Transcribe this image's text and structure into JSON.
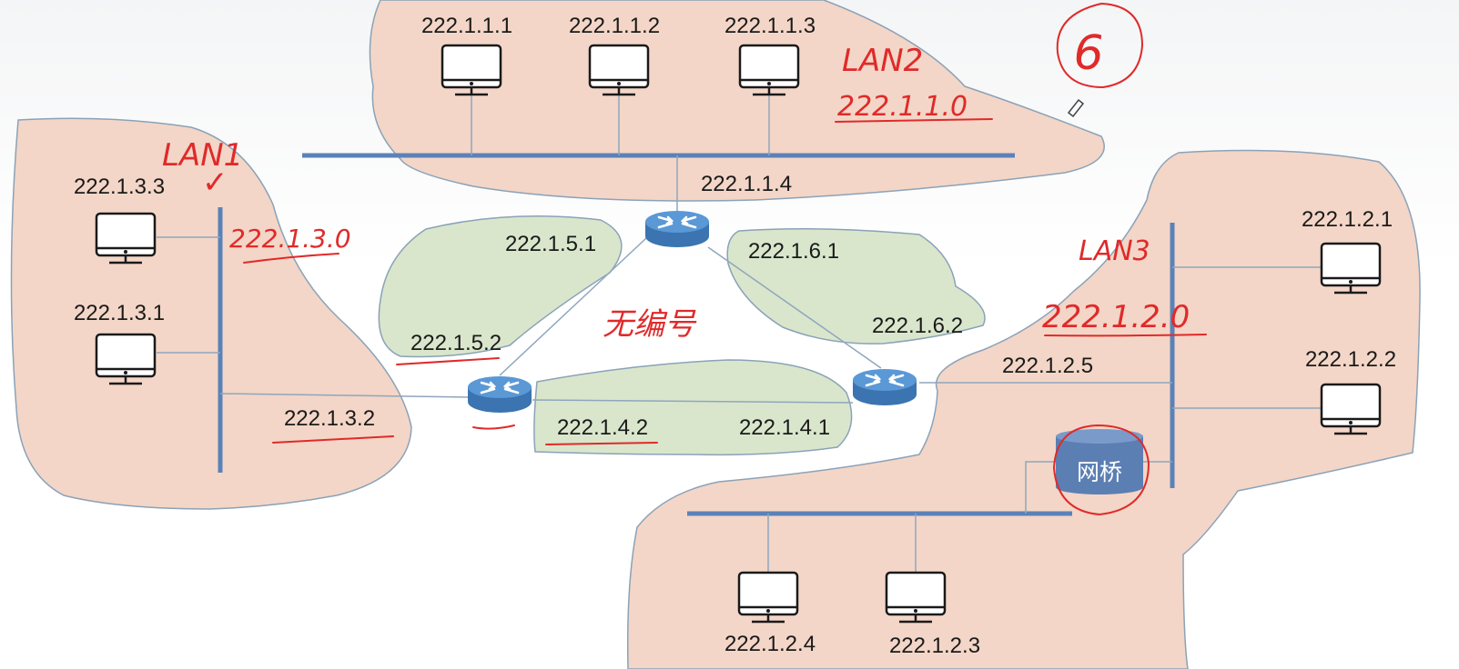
{
  "lan1": {
    "hosts": [
      "222.1.3.3",
      "222.1.3.1"
    ],
    "router_ip": "222.1.3.2",
    "hand_label": "LAN1",
    "hand_check": "✓",
    "hand_net": "222.1.3.0"
  },
  "lan2": {
    "hosts": [
      "222.1.1.1",
      "222.1.1.2",
      "222.1.1.3"
    ],
    "router_ip": "222.1.1.4",
    "hand_label": "LAN2",
    "hand_net": "222.1.1.0"
  },
  "lan3": {
    "hosts_right": [
      "222.1.2.1",
      "222.1.2.2"
    ],
    "hosts_bottom": [
      "222.1.2.4",
      "222.1.2.3"
    ],
    "router_ip": "222.1.2.5",
    "bridge_label": "网桥",
    "hand_label": "LAN3",
    "hand_net": "222.1.2.0"
  },
  "links": {
    "r1_to_top": "222.1.5.2",
    "top_to_r1": "222.1.5.1",
    "top_to_r3": "222.1.6.1",
    "r3_to_top": "222.1.6.2",
    "r1_to_r3": "222.1.4.2",
    "r3_to_r1": "222.1.4.1"
  },
  "annotations": {
    "center_note": "无编号",
    "circled_number": "6"
  },
  "colors": {
    "lan_fill": "#f3d6c7",
    "wan_fill": "#d9e6cc",
    "bus": "#5b82b8",
    "router": "#4a86c5",
    "bridge": "#5b7fb3",
    "ink": "#e02a2a"
  }
}
